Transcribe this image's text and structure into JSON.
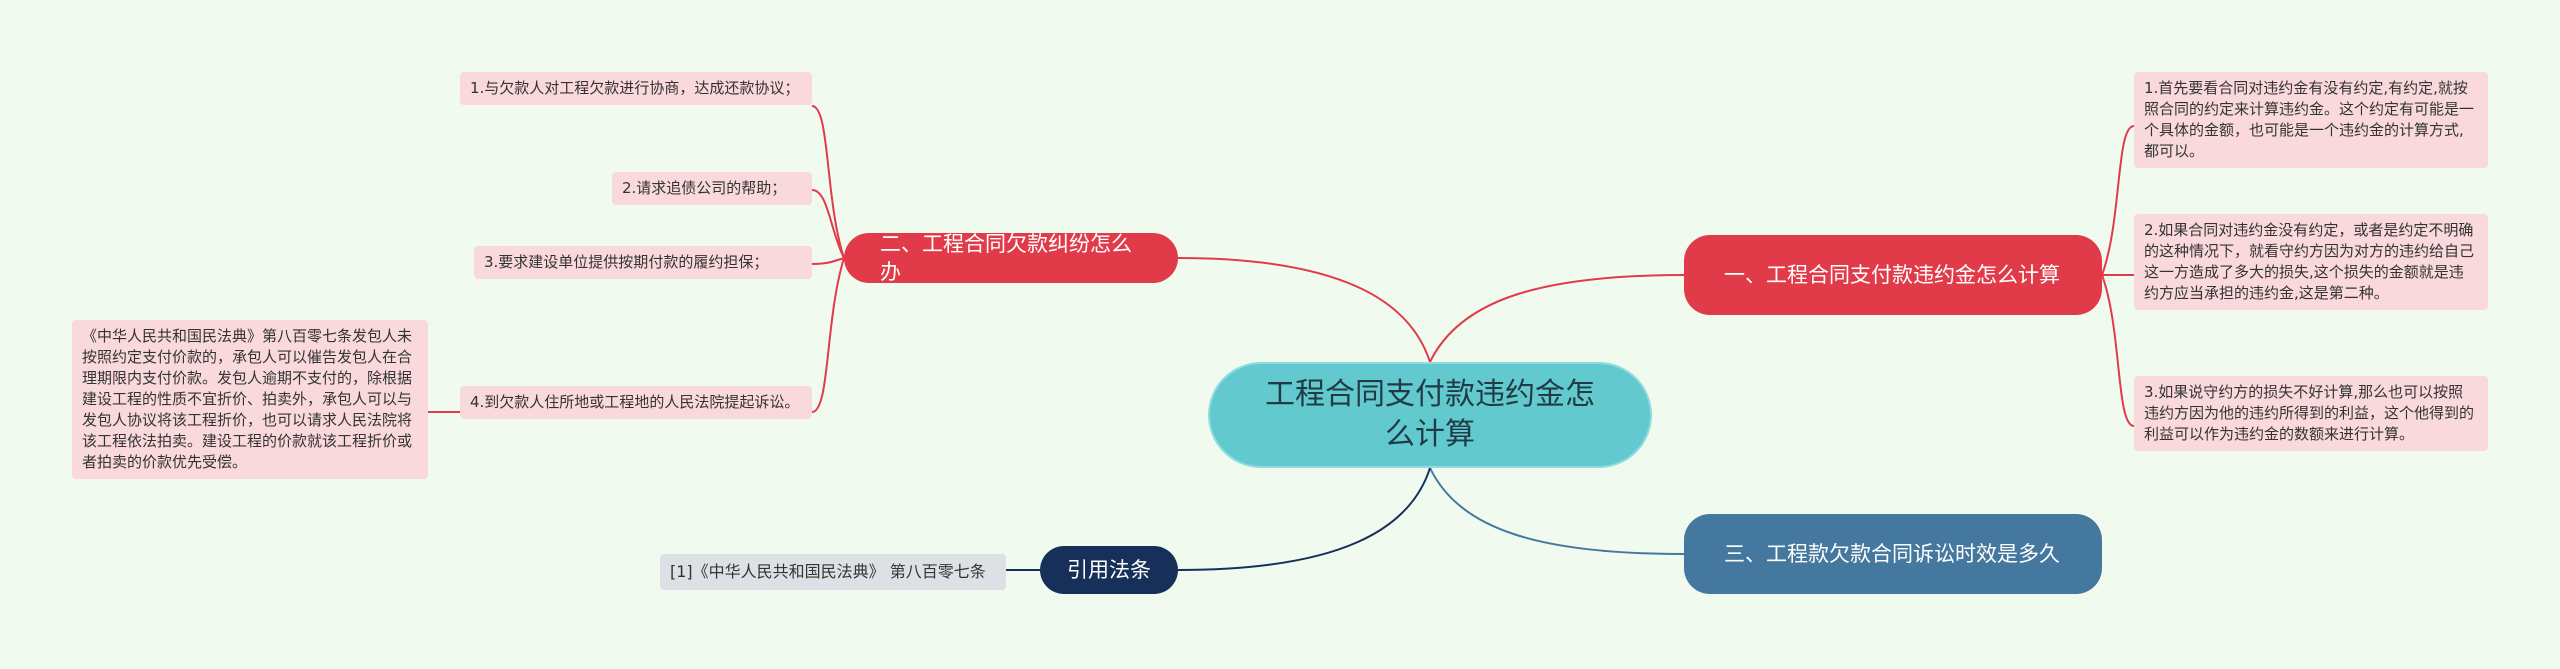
{
  "center": {
    "title": "工程合同支付款违约金怎么计算"
  },
  "branches": {
    "dispute": {
      "label": "二、工程合同欠款纠纷怎么办",
      "items": [
        "1.与欠款人对工程欠款进行协商，达成还款协议；",
        "2.请求追债公司的帮助；",
        "3.要求建设单位提供按期付款的履约担保；",
        "4.到欠款人住所地或工程地的人民法院提起诉讼。"
      ],
      "note": "《中华人民共和国民法典》第八百零七条发包人未按照约定支付价款的，承包人可以催告发包人在合理期限内支付价款。发包人逾期不支付的，除根据建设工程的性质不宜折价、拍卖外，承包人可以与发包人协议将该工程折价，也可以请求人民法院将该工程依法拍卖。建设工程的价款就该工程折价或者拍卖的价款优先受偿。"
    },
    "penalty": {
      "label": "一、工程合同支付款违约金怎么计算",
      "items": [
        "1.首先要看合同对违约金有没有约定,有约定,就按照合同的约定来计算违约金。这个约定有可能是一个具体的金额，也可能是一个违约金的计算方式,都可以。",
        "2.如果合同对违约金没有约定，或者是约定不明确的这种情况下，就看守约方因为对方的违约给自己这一方造成了多大的损失,这个损失的金额就是违约方应当承担的违约金,这是第二种。",
        "3.如果说守约方的损失不好计算,那么也可以按照违约方因为他的违约所得到的利益，这个他得到的利益可以作为违约金的数额来进行计算。"
      ]
    },
    "limitation": {
      "label": "三、工程款欠款合同诉讼时效是多久"
    },
    "law": {
      "label": "引用法条",
      "items": [
        "[1]《中华人民共和国民法典》 第八百零七条"
      ]
    }
  },
  "colors": {
    "background": "#f1faef",
    "center": "#62c9ce",
    "red": "#e13b49",
    "blue": "#45789e",
    "navy": "#17305a",
    "leaf_pink": "#f9d9dc",
    "leaf_gray": "#dde1e6"
  }
}
